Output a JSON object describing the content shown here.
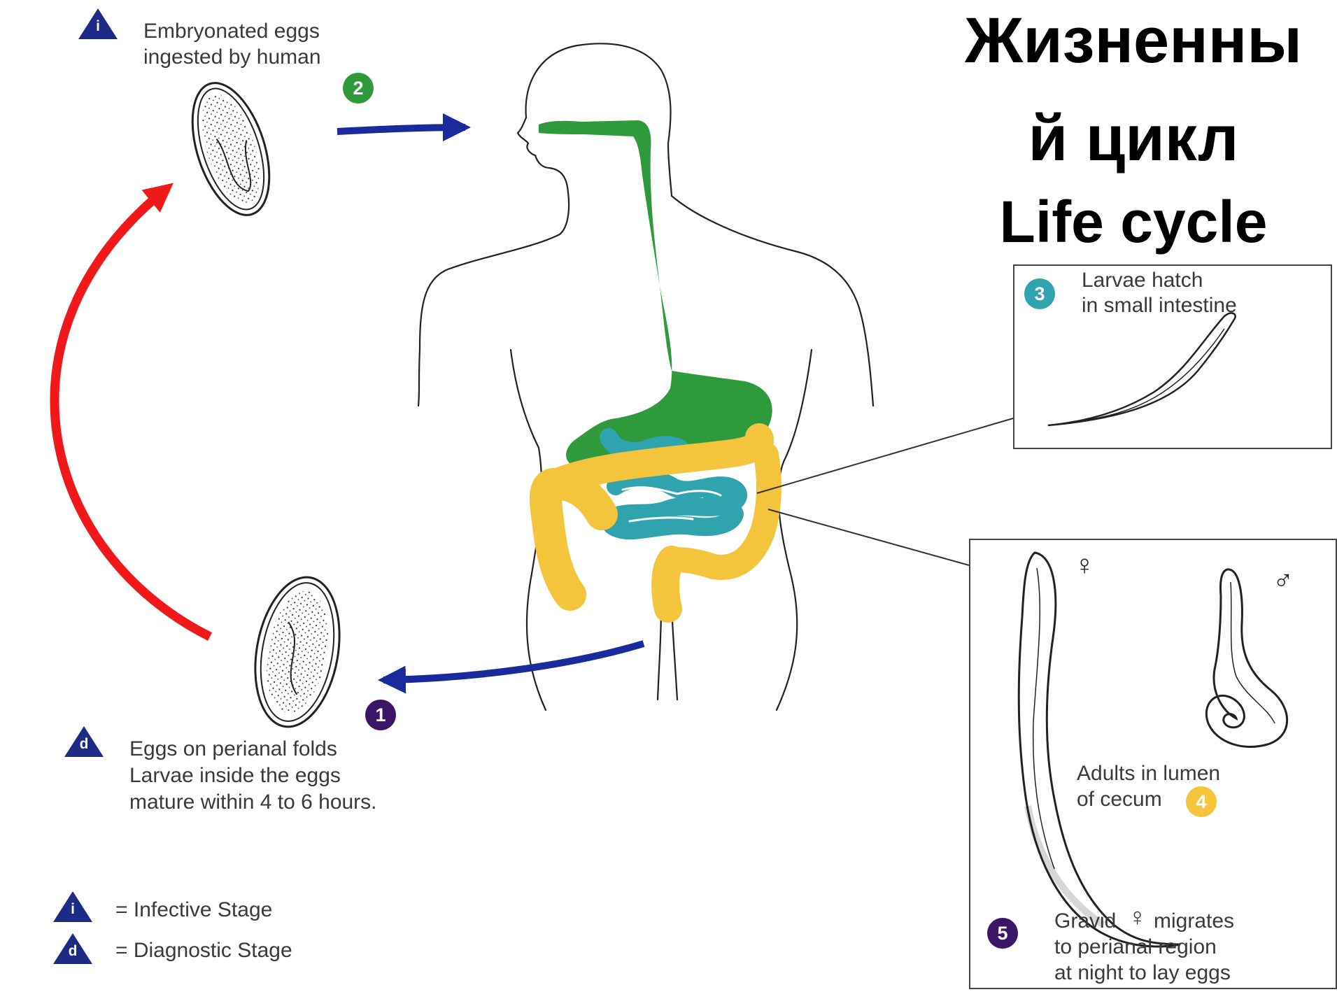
{
  "title": {
    "ru_line1": "Жизненны",
    "ru_line2": "й цикл",
    "en": "Life cycle"
  },
  "stages": {
    "s1": {
      "number": "1",
      "text_line1": "Eggs on perianal folds",
      "text_line2": "Larvae inside the eggs",
      "text_line3": "mature within 4 to 6 hours.",
      "stage_marker": "d",
      "color": "#3b1566"
    },
    "s2": {
      "number": "2",
      "text_line1": "Embryonated eggs",
      "text_line2": "ingested by human",
      "stage_marker": "i",
      "color": "#2e9a3c"
    },
    "s3": {
      "number": "3",
      "text_line1": "Larvae hatch",
      "text_line2": "in small intestine",
      "color": "#2fa3ae"
    },
    "s4": {
      "number": "4",
      "text_line1": "Adults in lumen",
      "text_line2": "of cecum",
      "color": "#f3c43c"
    },
    "s5": {
      "number": "5",
      "text_line1": "Gravid",
      "text_line1b": "migrates",
      "text_line2": "to perianal region",
      "text_line3": "at night to lay eggs",
      "color": "#3b1566"
    }
  },
  "symbols": {
    "female": "♀",
    "male": "♂"
  },
  "legend": {
    "infective_marker": "i",
    "infective_label": "= Infective Stage",
    "diagnostic_marker": "d",
    "diagnostic_label": "= Diagnostic Stage"
  },
  "colors": {
    "digestive_tract": "#2e9a3c",
    "small_intestine": "#2fa3ae",
    "large_intestine": "#f3c43c",
    "cycle_arrow": "#f01818",
    "flow_arrow": "#1a2a9c",
    "stage_triangle": "#1d2a86"
  }
}
